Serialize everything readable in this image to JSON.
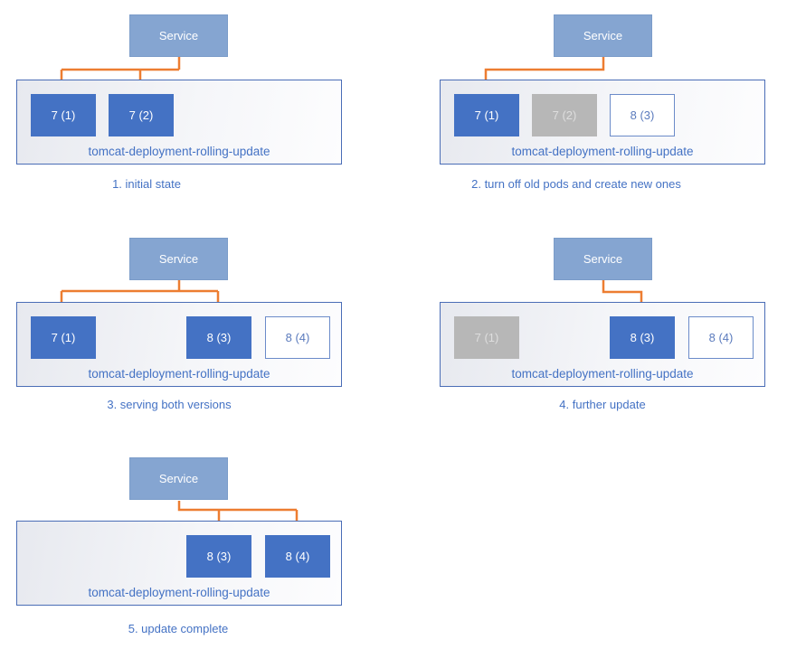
{
  "diagram": {
    "panels": [
      {
        "caption": "1. initial state",
        "service": "Service",
        "deployment": "tomcat-deployment-rolling-update",
        "pods": [
          {
            "label": "7 (1)",
            "state": "active"
          },
          {
            "label": "7 (2)",
            "state": "active"
          }
        ]
      },
      {
        "caption": "2. turn off old pods and create new ones",
        "service": "Service",
        "deployment": "tomcat-deployment-rolling-update",
        "pods": [
          {
            "label": "7 (1)",
            "state": "active"
          },
          {
            "label": "7 (2)",
            "state": "stopped"
          },
          {
            "label": "8 (3)",
            "state": "new"
          }
        ]
      },
      {
        "caption": "3. serving both versions",
        "service": "Service",
        "deployment": "tomcat-deployment-rolling-update",
        "pods": [
          {
            "label": "7 (1)",
            "state": "active"
          },
          {
            "label": "8 (3)",
            "state": "active"
          },
          {
            "label": "8 (4)",
            "state": "new"
          }
        ]
      },
      {
        "caption": "4. further update",
        "service": "Service",
        "deployment": "tomcat-deployment-rolling-update",
        "pods": [
          {
            "label": "7 (1)",
            "state": "stopped"
          },
          {
            "label": "8 (3)",
            "state": "active"
          },
          {
            "label": "8 (4)",
            "state": "new"
          }
        ]
      },
      {
        "caption": "5. update complete",
        "service": "Service",
        "deployment": "tomcat-deployment-rolling-update",
        "pods": [
          {
            "label": "8 (3)",
            "state": "active"
          },
          {
            "label": "8 (4)",
            "state": "active"
          }
        ]
      }
    ]
  },
  "colors": {
    "service_fill": "#85A5D1",
    "pod_active": "#4472C4",
    "pod_stopped": "#B7B7B7",
    "pod_new_border": "#6B8BC9",
    "pod_new_text": "#5B7BBD",
    "arrow": "#ED7D31",
    "label_text": "#4472C4"
  }
}
